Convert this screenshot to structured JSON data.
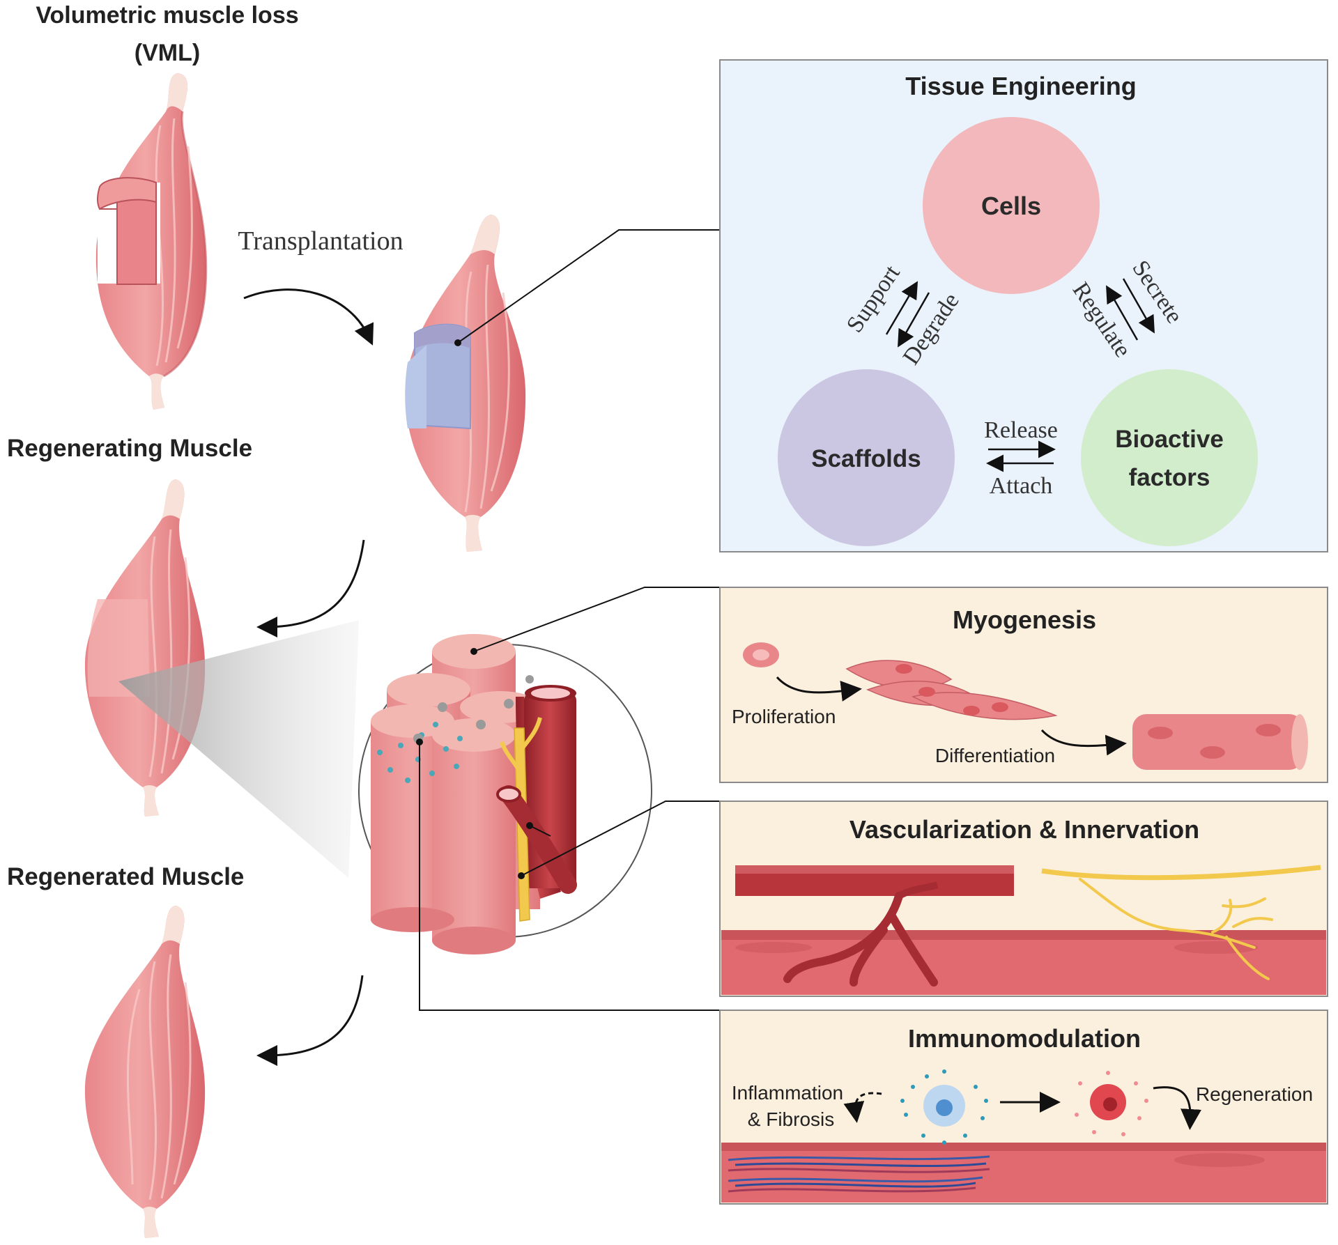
{
  "labels": {
    "vml_line1": "Volumetric muscle loss",
    "vml_line2": "(VML)",
    "transplantation": "Transplantation",
    "regenerating_muscle": "Regenerating Muscle",
    "regenerated_muscle": "Regenerated Muscle"
  },
  "tissue_engineering": {
    "title": "Tissue Engineering",
    "cells": "Cells",
    "scaffolds": "Scaffolds",
    "bioactive_line1": "Bioactive",
    "bioactive_line2": "factors",
    "support": "Support",
    "degrade": "Degrade",
    "secrete": "Secrete",
    "regulate": "Regulate",
    "release": "Release",
    "attach": "Attach"
  },
  "myogenesis": {
    "title": "Myogenesis",
    "proliferation": "Proliferation",
    "differentiation": "Differentiation"
  },
  "vascularization": {
    "title": "Vascularization & Innervation"
  },
  "immunomodulation": {
    "title": "Immunomodulation",
    "inflammation_line1": "Inflammation",
    "inflammation_line2": "& Fibrosis",
    "regeneration": "Regeneration"
  },
  "colors": {
    "muscle": "#e3767a",
    "muscle_light": "#f3b7b2",
    "tendon": "#f8e1d8",
    "te_panel": "#eaf2fb",
    "sub_panel": "#fbefdd",
    "cells_circle": "#f2b8bb",
    "scaffolds_circle": "#cbc7e2",
    "bioactive_circle": "#d2edcb",
    "vessel": "#b8353c",
    "nerve": "#f2c94c"
  }
}
